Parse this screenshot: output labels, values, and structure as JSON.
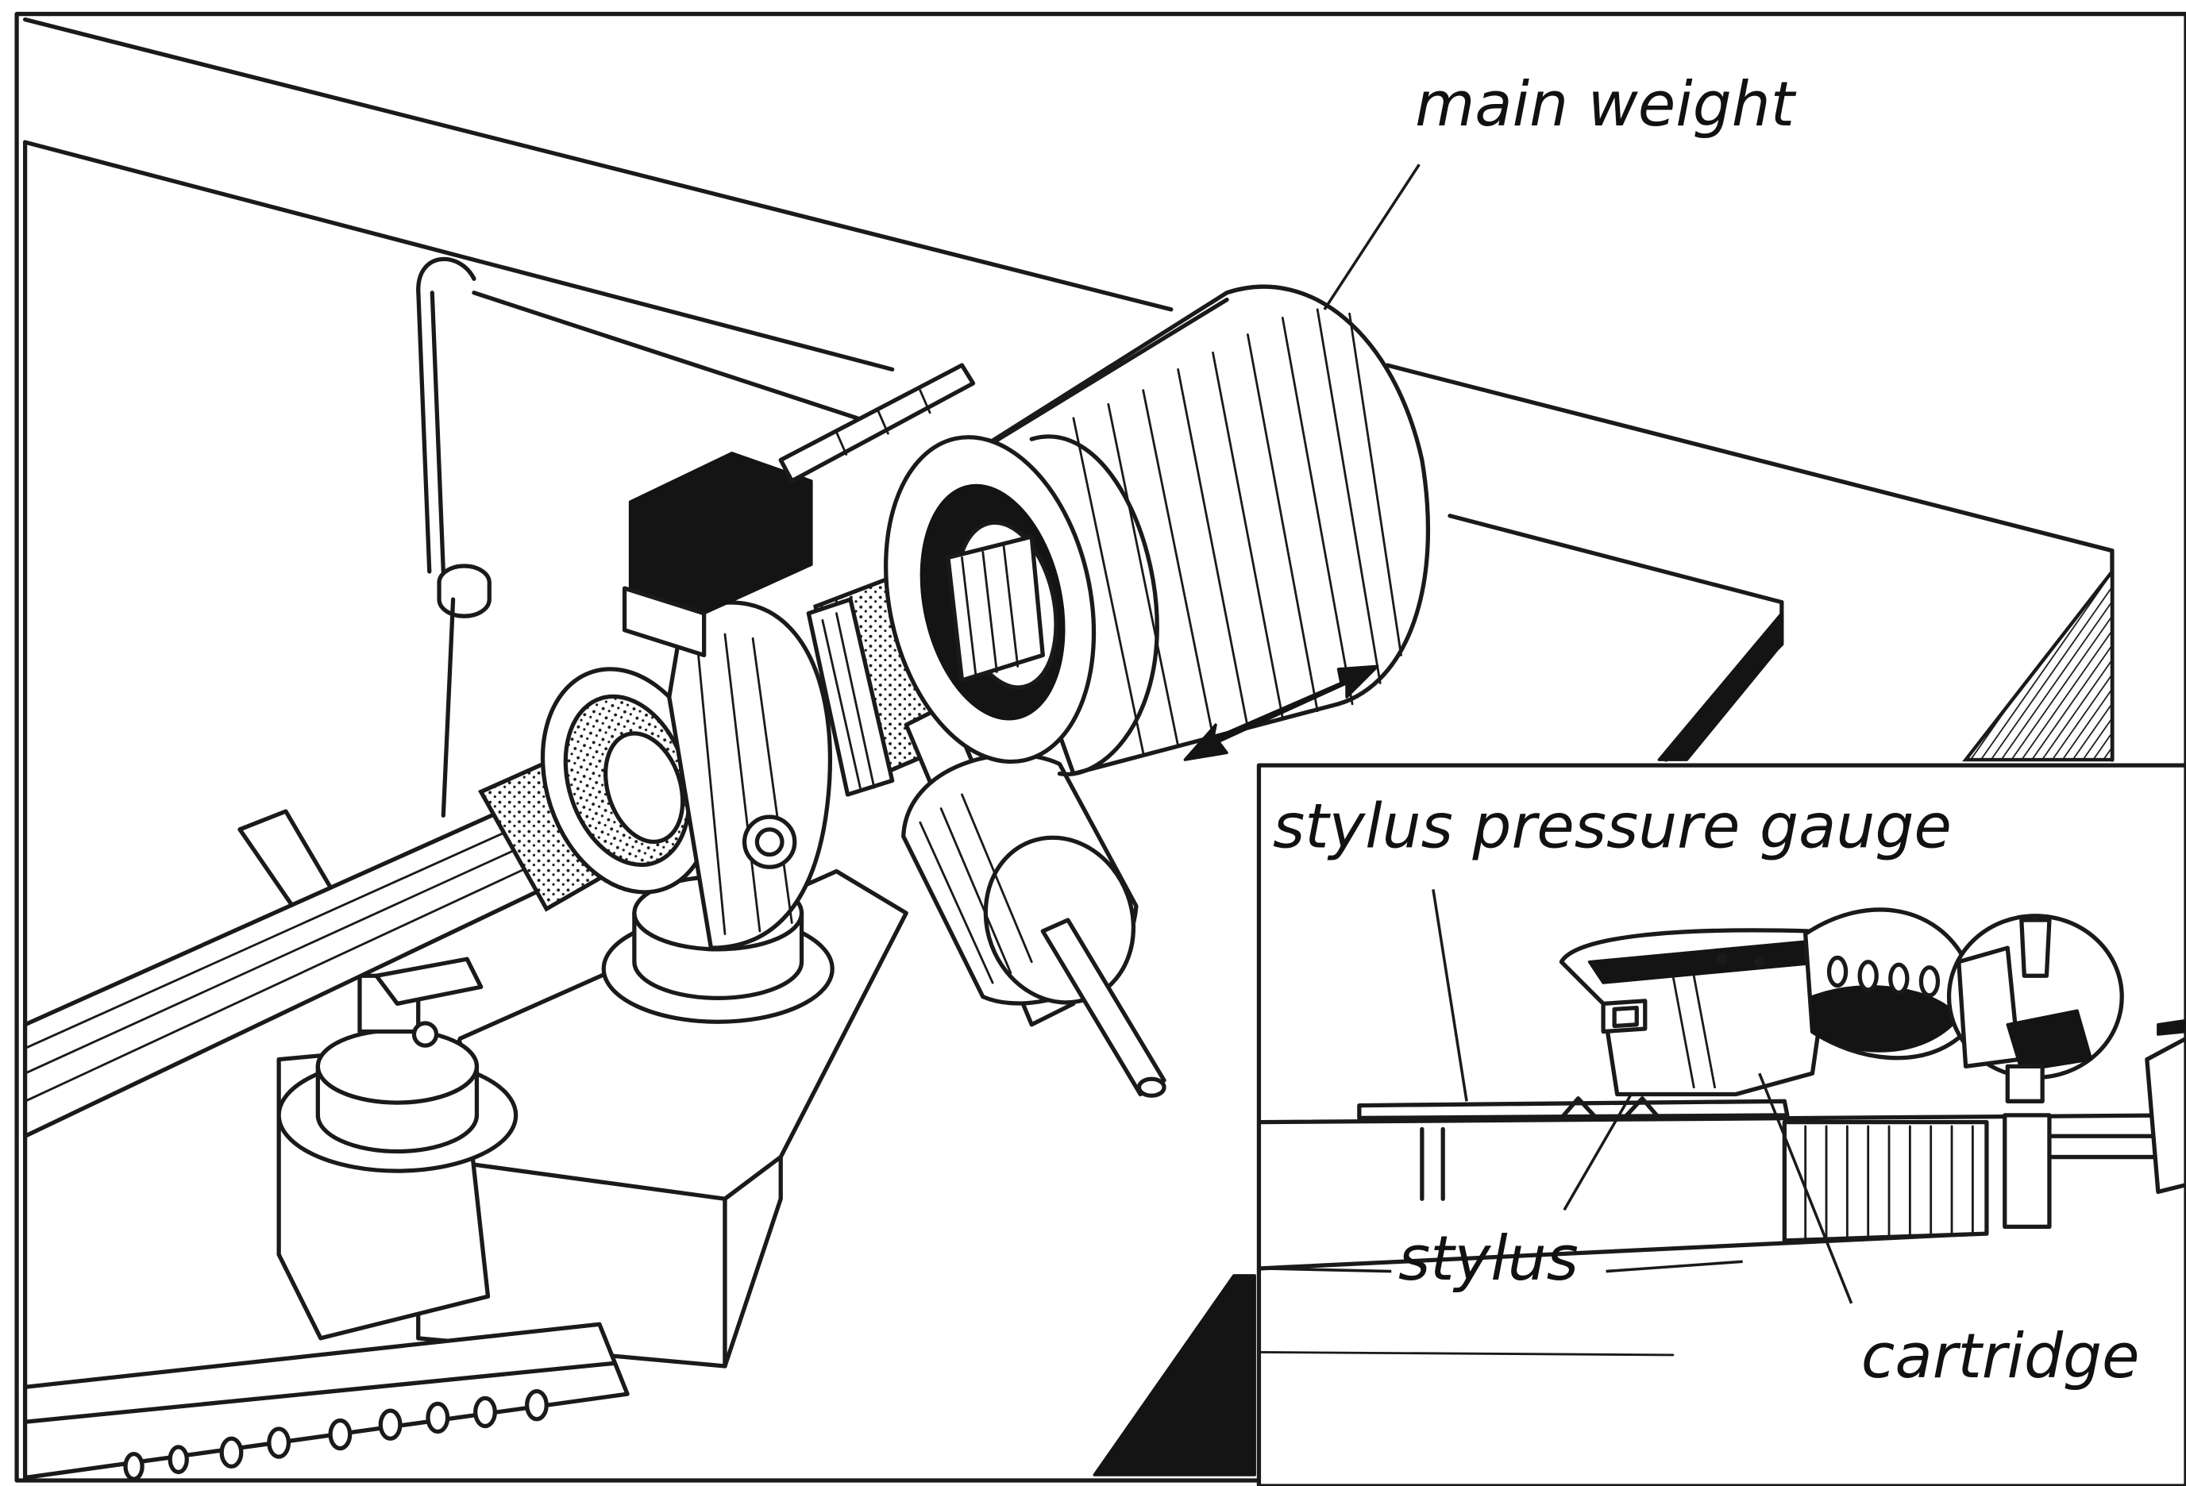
{
  "labels": {
    "main_weight": "main weight",
    "stylus_pressure_gauge": "stylus pressure gauge",
    "stylus": "stylus",
    "cartridge": "cartridge"
  },
  "colors": {
    "ink": "#1a1a1a",
    "paper": "#ffffff"
  }
}
